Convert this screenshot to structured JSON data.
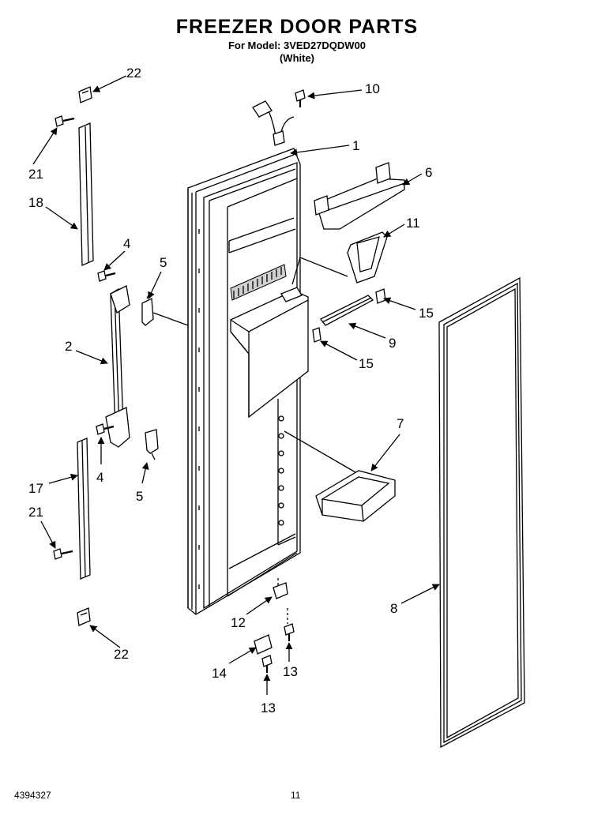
{
  "header": {
    "title": "FREEZER DOOR PARTS",
    "model_line": "For Model: 3VED27DQDW00",
    "color_line": "(White)"
  },
  "footer": {
    "doc_number": "4394327",
    "page_number": "11"
  },
  "callouts": {
    "c1": "1",
    "c2": "2",
    "c4a": "4",
    "c4b": "4",
    "c5a": "5",
    "c5b": "5",
    "c6": "6",
    "c7": "7",
    "c8": "8",
    "c9": "9",
    "c10": "10",
    "c11": "11",
    "c12": "12",
    "c13a": "13",
    "c13b": "13",
    "c14": "14",
    "c15a": "15",
    "c15b": "15",
    "c17": "17",
    "c18": "18",
    "c21a": "21",
    "c21b": "21",
    "c22a": "22",
    "c22b": "22"
  }
}
